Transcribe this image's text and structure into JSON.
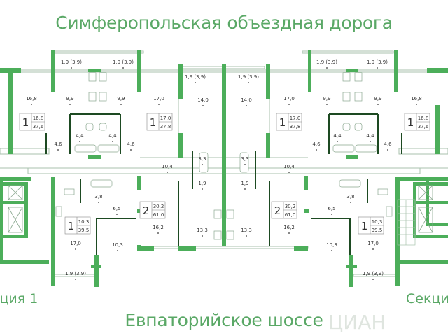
{
  "roads": {
    "top": "Симферопольская объездная дорога",
    "bottom": "Евпаторийское шоссе"
  },
  "sections": {
    "left": "кция 1",
    "right": "Секци"
  },
  "colors": {
    "wall_green": "#4cae5a",
    "inner_wall": "#1d4a22",
    "text_green": "#5aa866",
    "line": "#9fb9a3"
  },
  "apartments": [
    {
      "id": "apt-top-1",
      "rooms": "1",
      "living": "16,8",
      "total": "37,6"
    },
    {
      "id": "apt-top-2",
      "rooms": "1",
      "living": "17,0",
      "total": "37,8"
    },
    {
      "id": "apt-top-3",
      "rooms": "1",
      "living": "17,0",
      "total": "37,8"
    },
    {
      "id": "apt-top-4",
      "rooms": "1",
      "living": "16,8",
      "total": "37,6"
    },
    {
      "id": "apt-bot-1",
      "rooms": "1",
      "living": "10,3",
      "total": "39,5"
    },
    {
      "id": "apt-bot-2",
      "rooms": "2",
      "living": "30,2",
      "total": "61,0"
    },
    {
      "id": "apt-bot-3",
      "rooms": "2",
      "living": "30,2",
      "total": "61,0"
    },
    {
      "id": "apt-bot-4",
      "rooms": "1",
      "living": "10,3",
      "total": "39,5"
    }
  ],
  "room_areas": {
    "t_bal_1": "1,9 (3,9)",
    "t_bal_2": "1,9 (3,9)",
    "t_bal_3": "1,9 (3,9)",
    "t_bal_4": "1,9 (3,9)",
    "t_bal_5": "1,9 (3,9)",
    "t_bal_6": "1,9 (3,9)",
    "t_room_a": "16,8",
    "t_kit_a": "9,9",
    "t_kit_b": "9,9",
    "t_room_b": "17,0",
    "t_room_c": "14,0",
    "t_room_d": "14,0",
    "t_room_e": "17,0",
    "t_kit_c": "9,9",
    "t_kit_d": "9,9",
    "t_room_f": "16,8",
    "t_bath_a": "4,4",
    "t_bath_b": "4,4",
    "t_bath_c": "4,4",
    "t_bath_d": "4,4",
    "t_hall_a": "4,6",
    "t_hall_b": "4,6",
    "t_hall_c": "4,6",
    "t_hall_d": "4,6",
    "c_bath_a": "3,3",
    "c_bath_b": "3,3",
    "c_wc_a": "1,9",
    "c_wc_b": "1,9",
    "c_hall_a": "10,4",
    "c_hall_b": "10,4",
    "b_bath_a": "3,8",
    "b_hall_a": "6,5",
    "b_room_a": "17,0",
    "b_room_b": "10,3",
    "b_bal_a": "1,9 (3,9)",
    "b_room_c": "16,2",
    "b_kit_c": "13,3",
    "b_kit_d": "13,3",
    "b_room_d": "16,2",
    "b_bath_b": "3,8",
    "b_hall_b": "6,5",
    "b_room_e": "10,3",
    "b_room_f": "17,0",
    "b_bal_b": "1,9 (3,9)"
  },
  "watermark": "ЦИАН"
}
